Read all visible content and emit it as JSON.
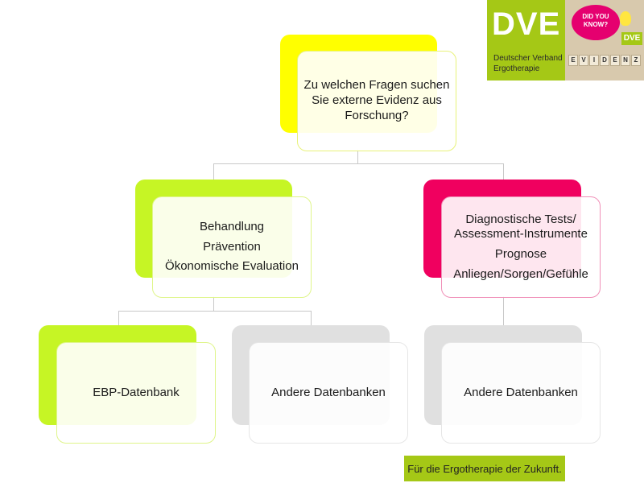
{
  "colors": {
    "yellow": "#ffff00",
    "lime": "#c6f525",
    "magenta": "#f0005f",
    "gray": "#e0e0e0",
    "brand_green": "#a5c816"
  },
  "logo": {
    "brand": "DVE",
    "subtitle_line1": "Deutscher Verband",
    "subtitle_line2": "Ergotherapie",
    "bubble_line1": "DID YOU",
    "bubble_line2": "KNOW?",
    "badge": "DVE",
    "tiles": [
      "E",
      "V",
      "I",
      "D",
      "E",
      "N",
      "Z"
    ]
  },
  "diagram": {
    "root": {
      "lines": [
        "Zu welchen Fragen suchen",
        "Sie externe Evidenz aus",
        "Forschung?"
      ]
    },
    "left": {
      "lines": [
        "Behandlung",
        "Prävention",
        "Ökonomische Evaluation"
      ]
    },
    "right": {
      "lines": [
        "Diagnostische Tests/",
        "Assessment-Instrumente",
        "Prognose",
        "Anliegen/Sorgen/Gefühle"
      ]
    },
    "leaf_ebp": {
      "label": "EBP-Datenbank"
    },
    "leaf_other_left": {
      "label": "Andere Datenbanken"
    },
    "leaf_other_right": {
      "label": "Andere Datenbanken"
    }
  },
  "footer": {
    "text": "Für die Ergotherapie der Zukunft."
  }
}
